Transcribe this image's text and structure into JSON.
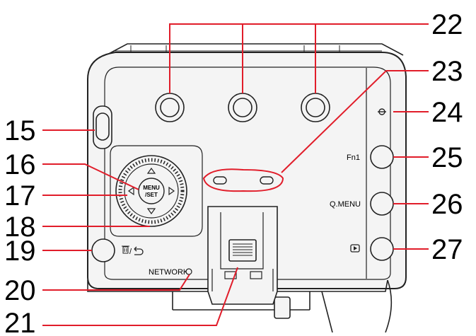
{
  "callouts": [
    {
      "number": "15"
    },
    {
      "number": "16"
    },
    {
      "number": "17"
    },
    {
      "number": "18"
    },
    {
      "number": "19"
    },
    {
      "number": "20"
    },
    {
      "number": "21"
    },
    {
      "number": "22"
    },
    {
      "number": "23"
    },
    {
      "number": "24"
    },
    {
      "number": "25"
    },
    {
      "number": "26"
    },
    {
      "number": "27"
    }
  ],
  "labels": {
    "fn1": "Fn1",
    "qmenu": "Q.MENU",
    "network": "NETWORK",
    "menu_set_line1": "MENU",
    "menu_set_line2": "/SET",
    "delete_cancel": "/"
  },
  "icons": {
    "delete": "trash-icon",
    "cancel": "return-arrow-icon",
    "playback": "play-icon",
    "tally": "diamond-ring-icon"
  },
  "colors": {
    "outline": "#222222",
    "callout_line": "#e11d2a",
    "camera_fill": "#f4f4f4"
  }
}
